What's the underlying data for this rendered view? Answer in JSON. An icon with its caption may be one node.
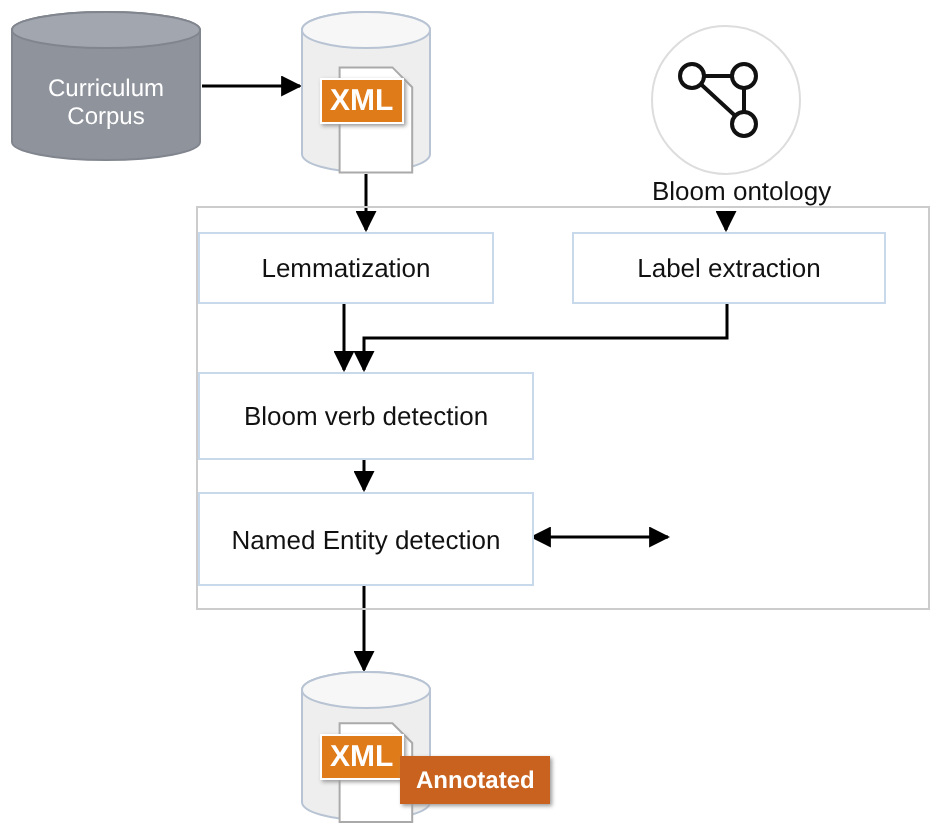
{
  "diagram": {
    "nodes": [
      {
        "text": [
          "Curriculum Corpus"
        ]
      },
      {
        "text": [
          "XML"
        ]
      },
      {
        "text": [
          "Bloom ontology"
        ]
      },
      {
        "text": [],
        "shape": "box"
      },
      {
        "text": [
          "Lemmatization"
        ],
        "in": 3
      },
      {
        "text": [
          "Label extraction"
        ],
        "in": 3
      },
      {
        "text": [
          "Bloom verb detection"
        ],
        "in": 3
      },
      {
        "text": [
          "Named Entity detection"
        ],
        "in": 3
      },
      {
        "text": [
          "XML",
          "Annotated"
        ]
      }
    ],
    "edges": [
      {
        "from": 0,
        "to": 1,
        "arrow": "to"
      },
      {
        "from": 1,
        "to": 4,
        "arrow": "to"
      },
      {
        "from": 2,
        "to": 5,
        "arrow": "to"
      },
      {
        "from": 4,
        "to": 6,
        "arrow": "to"
      },
      {
        "from": 5,
        "to": 6,
        "arrow": "to"
      },
      {
        "from": 6,
        "to": 7,
        "arrow": "to"
      },
      {
        "from": 7,
        "to": null,
        "arrow": "both"
      },
      {
        "from": 7,
        "to": 8,
        "arrow": "to"
      }
    ]
  }
}
